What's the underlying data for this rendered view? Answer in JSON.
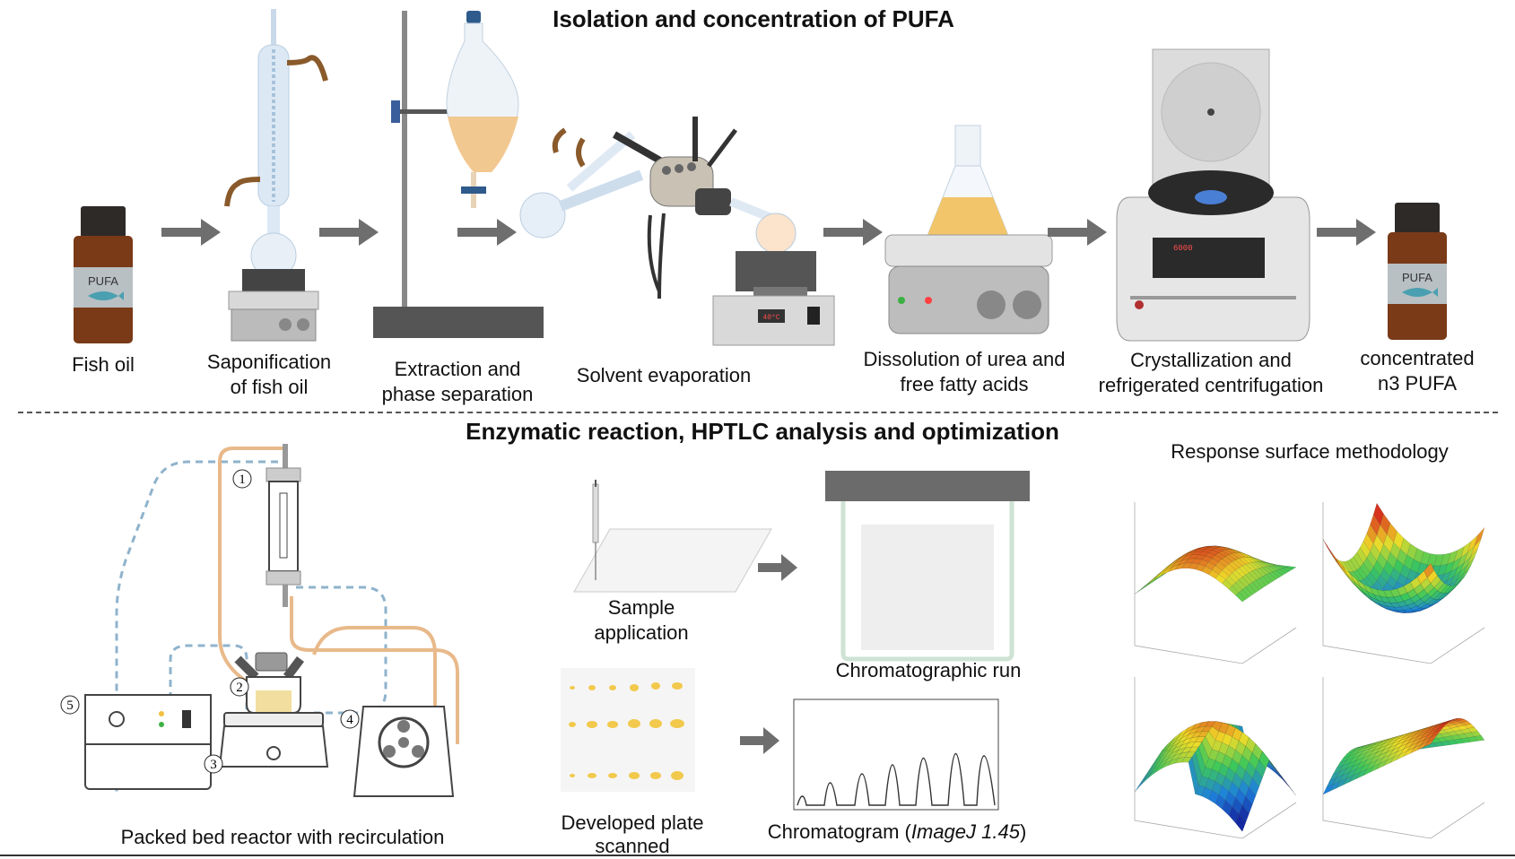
{
  "sections": {
    "top_title": "Isolation and concentration of PUFA",
    "bottom_title": "Enzymatic reaction, HPTLC analysis and optimization"
  },
  "top_steps": {
    "fish_oil": "Fish oil",
    "saponification_1": "Saponification",
    "saponification_2": "of fish oil",
    "extraction_1": "Extraction and",
    "extraction_2": "phase separation",
    "evaporation": "Solvent evaporation",
    "dissolution_1": "Dissolution of urea and",
    "dissolution_2": "free fatty acids",
    "crystallization_1": "Crystallization and",
    "crystallization_2": "refrigerated centrifugation",
    "concentrated_1": "concentrated",
    "concentrated_2": "n3 PUFA"
  },
  "bottle_labels": {
    "left": "PUFA",
    "right": "PUFA"
  },
  "bottom_steps": {
    "reactor": "Packed bed reactor with recirculation",
    "sample_1": "Sample",
    "sample_2": "application",
    "chromatographic": "Chromatographic run",
    "developed_1": "Developed plate",
    "developed_2": "scanned",
    "chromatogram_prefix": "Chromatogram (",
    "chromatogram_italic": "ImageJ 1.45",
    "chromatogram_suffix": ")",
    "rsm_title": "Response surface methodology"
  },
  "reactor_numbers": [
    "1",
    "2",
    "3",
    "4",
    "5"
  ],
  "centrifuge_display": "6000",
  "icons": [
    "right-arrow-icon",
    "bottle-icon",
    "fish-icon",
    "condenser-icon",
    "separatory-funnel-icon",
    "rotary-evaporator-icon",
    "flask-icon",
    "centrifuge-icon",
    "syringe-icon",
    "pump-icon"
  ],
  "colors": {
    "arrow": "#6e6e6e",
    "bottle": "#7a3a18",
    "oil": "#f0b35a",
    "tubing_orange": "#e8b98a",
    "tubing_blue": "#8fb3cc",
    "glass": "#dce9f5"
  }
}
